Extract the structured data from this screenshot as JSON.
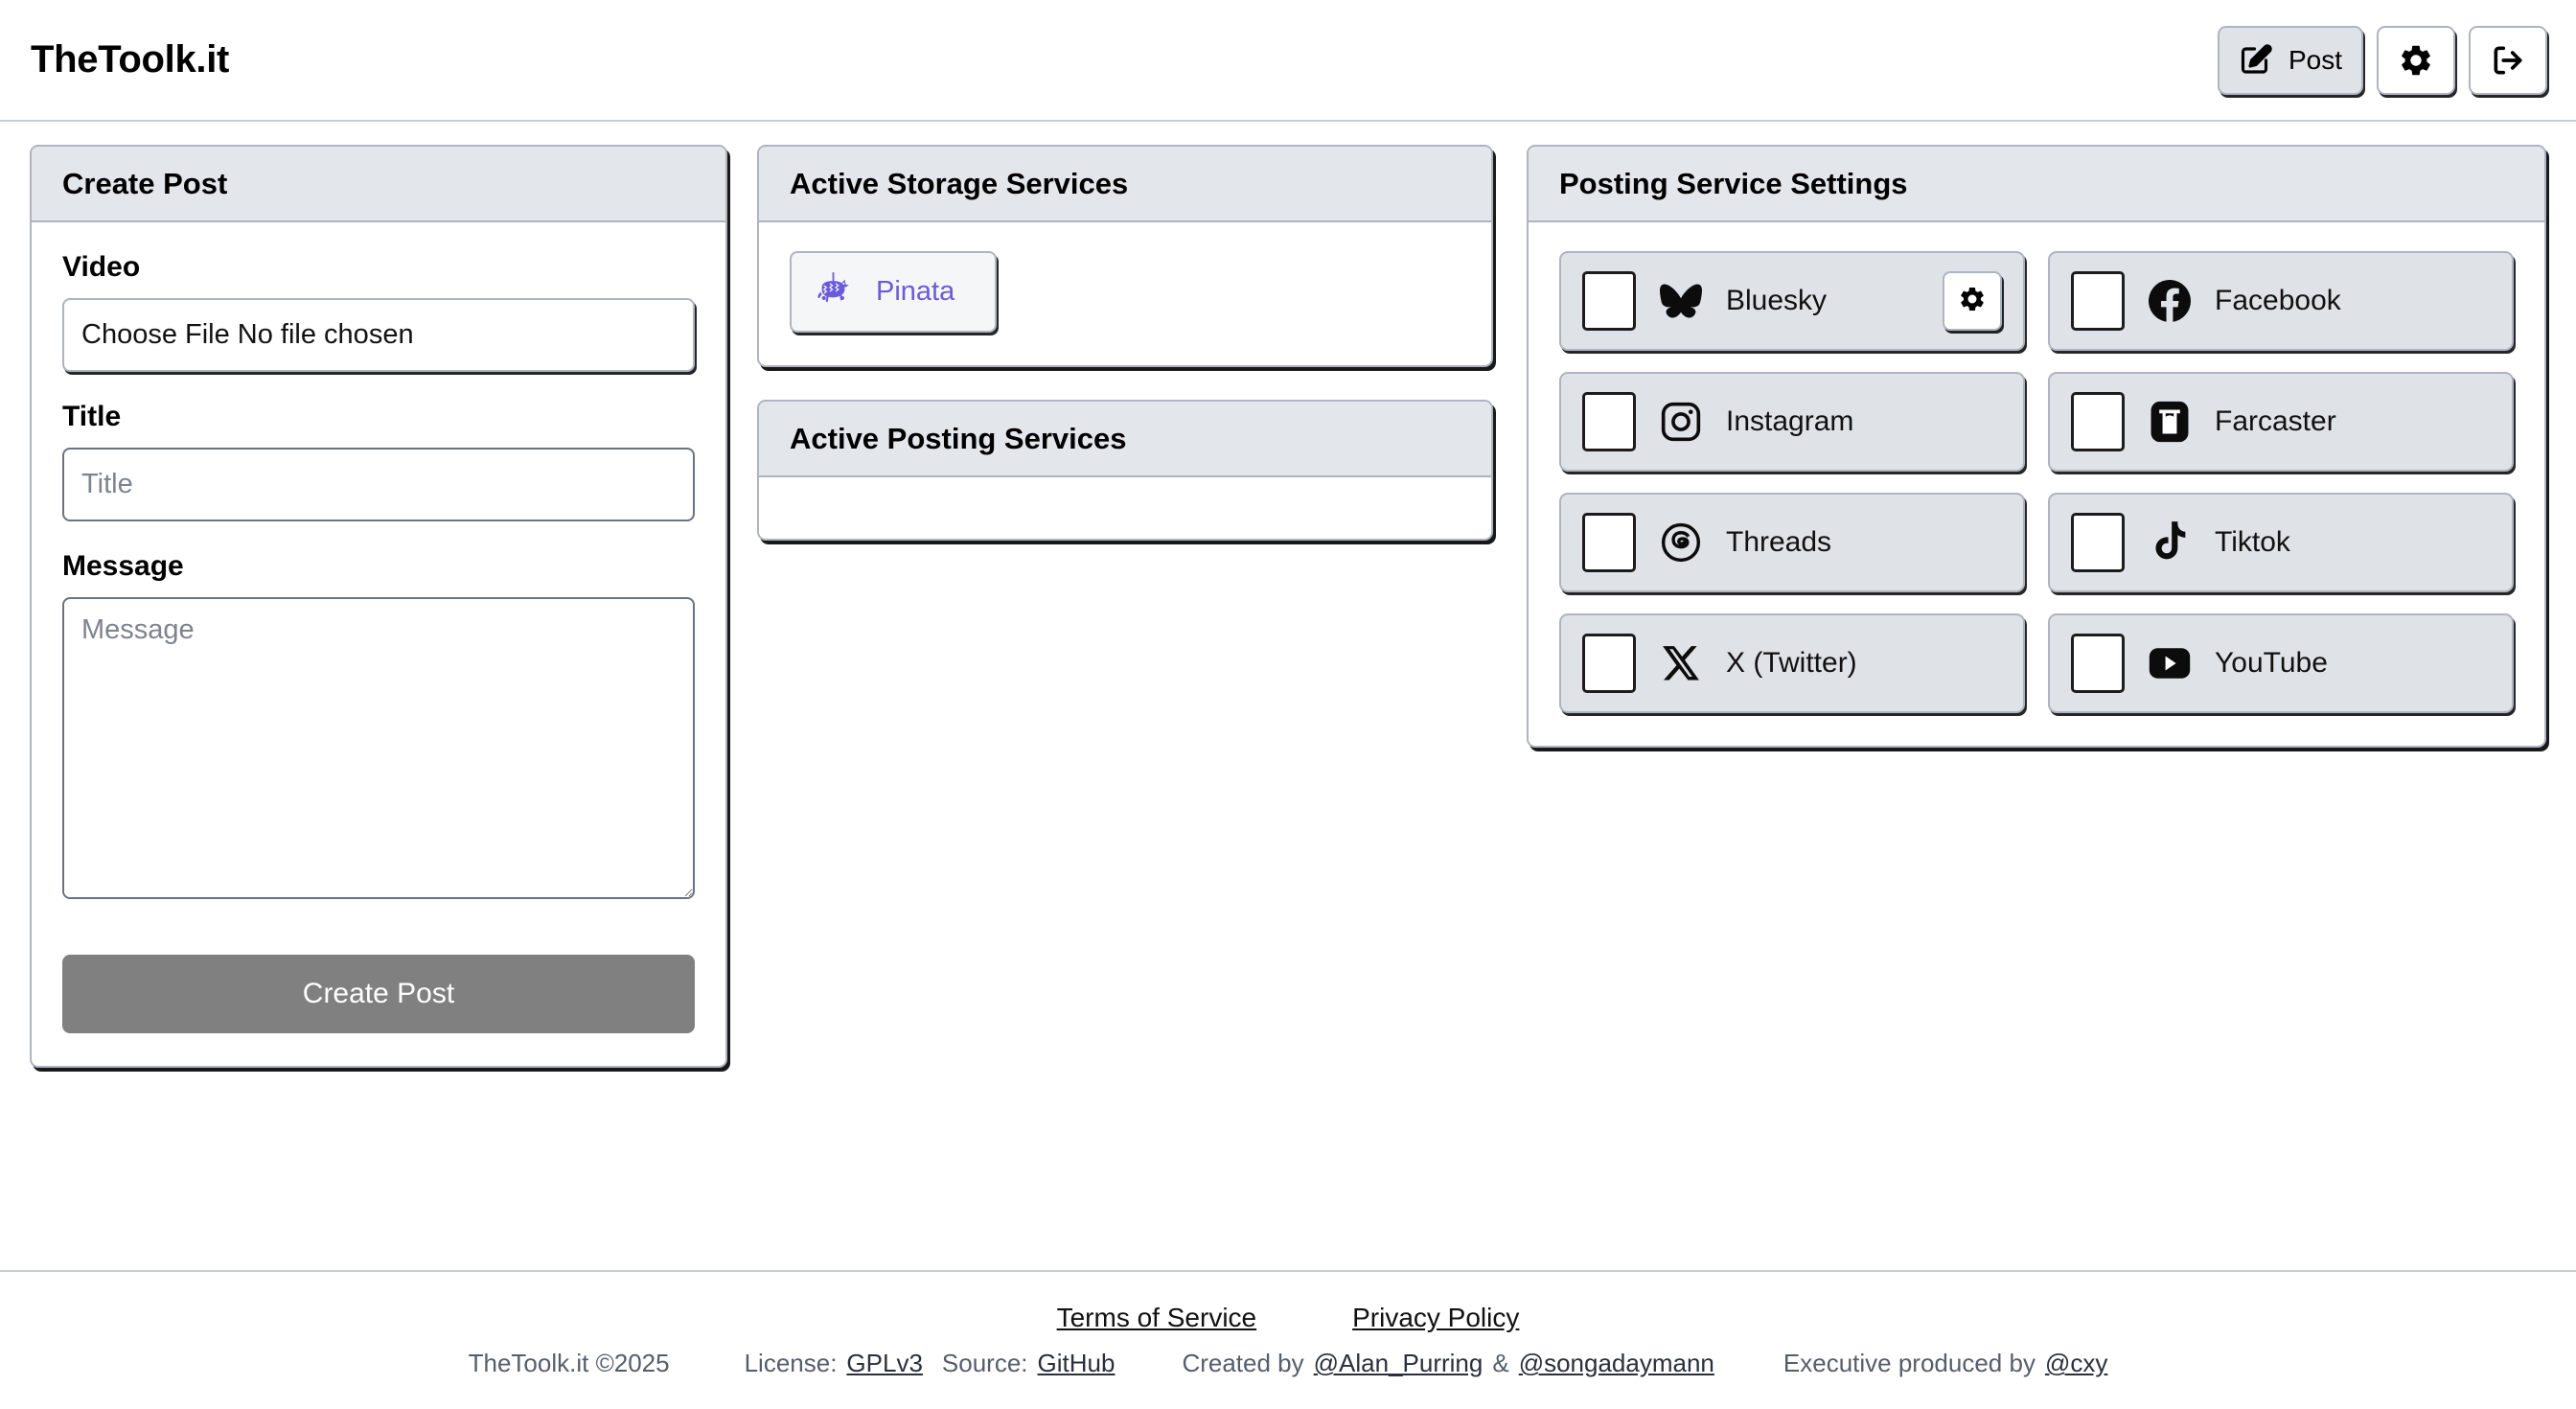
{
  "header": {
    "brand": "TheToolk.it",
    "post_button_label": "Post",
    "post_icon": "pencil-square-icon",
    "settings_icon": "gear-icon",
    "logout_icon": "logout-icon"
  },
  "create_post": {
    "title": "Create Post",
    "video_label": "Video",
    "video_value": "Choose File No file chosen",
    "title_label": "Title",
    "title_placeholder": "Title",
    "message_label": "Message",
    "message_placeholder": "Message",
    "submit_label": "Create Post"
  },
  "active_storage": {
    "title": "Active Storage Services",
    "services": [
      {
        "name": "Pinata",
        "icon": "pinata-icon",
        "color": "#6a5bdb"
      }
    ]
  },
  "active_posting": {
    "title": "Active Posting Services",
    "services": []
  },
  "posting_settings": {
    "title": "Posting Service Settings",
    "services": [
      {
        "name": "Bluesky",
        "icon": "bluesky-icon",
        "checked": false,
        "has_settings": true,
        "settings_icon": "gear-icon"
      },
      {
        "name": "Facebook",
        "icon": "facebook-icon",
        "checked": false,
        "has_settings": false
      },
      {
        "name": "Instagram",
        "icon": "instagram-icon",
        "checked": false,
        "has_settings": false
      },
      {
        "name": "Farcaster",
        "icon": "farcaster-icon",
        "checked": false,
        "has_settings": false
      },
      {
        "name": "Threads",
        "icon": "threads-icon",
        "checked": false,
        "has_settings": false
      },
      {
        "name": "Tiktok",
        "icon": "tiktok-icon",
        "checked": false,
        "has_settings": false
      },
      {
        "name": "X (Twitter)",
        "icon": "x-twitter-icon",
        "checked": false,
        "has_settings": false
      },
      {
        "name": "YouTube",
        "icon": "youtube-icon",
        "checked": false,
        "has_settings": false
      }
    ]
  },
  "footer": {
    "terms_label": "Terms of Service",
    "privacy_label": "Privacy Policy",
    "copyright": "TheToolk.it ©2025",
    "license_prefix": "License:",
    "license_label": "GPLv3",
    "source_prefix": "Source:",
    "source_label": "GitHub",
    "created_prefix": "Created by",
    "creator_one": "@Alan_Purring",
    "creator_join": "&",
    "creator_two": "@songadaymann",
    "exec_prefix": "Executive produced by",
    "exec_name": "@cxy"
  },
  "colors": {
    "card_header_bg": "#e3e6ea",
    "card_border": "#aeb4c0",
    "tile_bg": "#dfe2e7",
    "accent_purple": "#6a5bdb",
    "disabled_button": "#808080"
  }
}
